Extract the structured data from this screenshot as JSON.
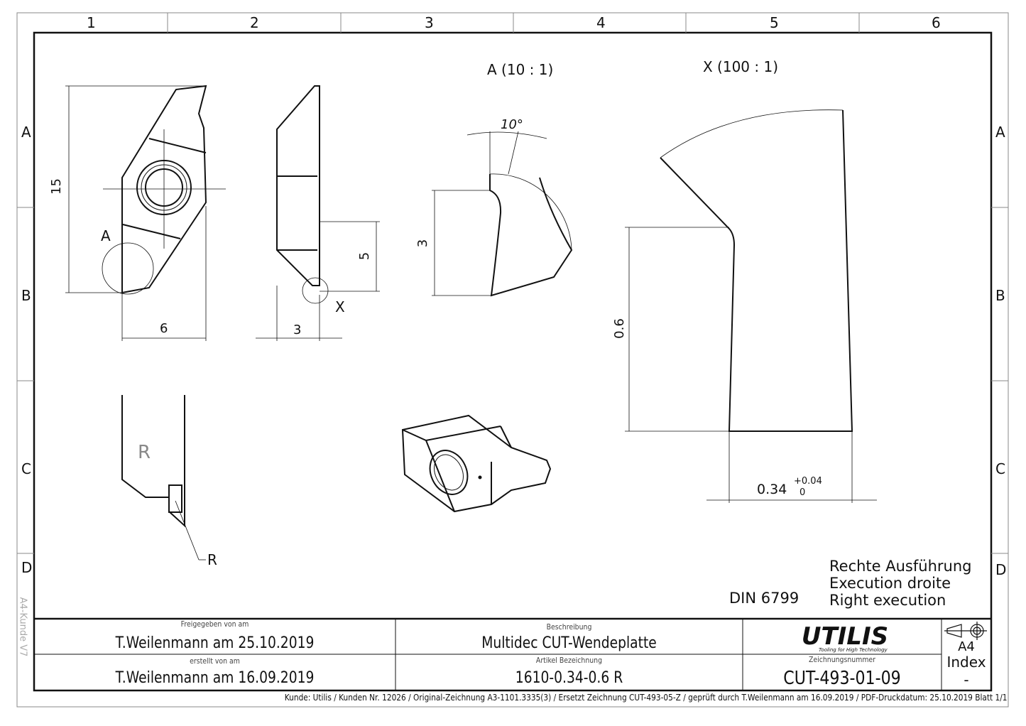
{
  "grid": {
    "columns": [
      "1",
      "2",
      "3",
      "4",
      "5",
      "6"
    ],
    "rows": [
      "A",
      "B",
      "C",
      "D"
    ]
  },
  "views": {
    "detail_a_title": "A (10 : 1)",
    "detail_x_title": "X (100 : 1)",
    "angle": "10°",
    "dim_15": "15",
    "dim_6": "6",
    "dim_3_side": "3",
    "dim_5": "5",
    "dim_3_detail": "3",
    "dim_0_6": "0.6",
    "dim_0_34": "0.34",
    "tol_upper": "+0.04",
    "tol_lower": "0",
    "label_a": "A",
    "label_x": "X",
    "label_r_marking": "R",
    "label_r_leader": "R"
  },
  "notes": {
    "standard": "DIN 6799",
    "execution_de": "Rechte Ausführung",
    "execution_fr": "Execution droite",
    "execution_en": "Right execution",
    "side_label": "A4-Kunde V7"
  },
  "title_block": {
    "released_label": "Freigegeben von am",
    "released_value": "T.Weilenmann am 25.10.2019",
    "created_label": "erstellt von am",
    "created_value": "T.Weilenmann am 16.09.2019",
    "description_label": "Beschreibung",
    "description_value": "Multidec CUT-Wendeplatte",
    "article_label": "Artikel Bezeichnung",
    "article_value": "1610-0.34-0.6 R",
    "logo": "UTILIS",
    "logo_tagline": "Tooling for High Technology",
    "drawing_number_label": "Zeichnungsnummer",
    "drawing_number_value": "CUT-493-01-09",
    "format": "A4",
    "index_label": "Index",
    "index_value": "-"
  },
  "footer": "Kunde: Utilis / Kunden Nr. 12026 /  Original-Zeichnung A3-1101.3335(3)     /     Ersetzt Zeichnung CUT-493-05-Z / geprüft durch T.Weilenmann am 16.09.2019 / PDF-Druckdatum: 25.10.2019  Blatt 1/1"
}
